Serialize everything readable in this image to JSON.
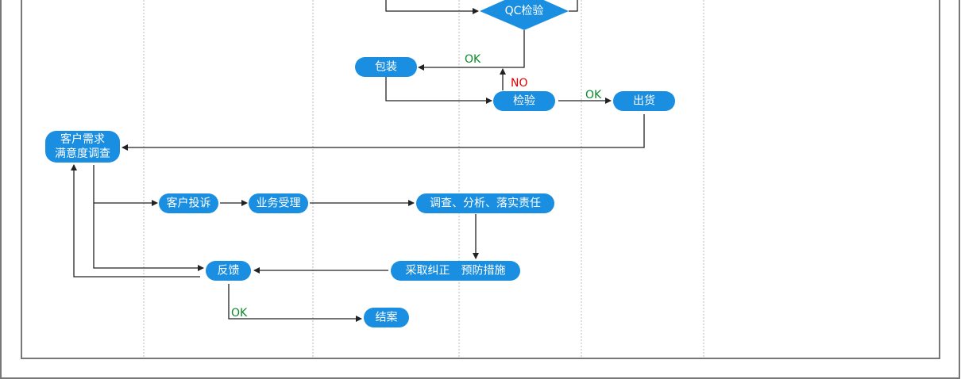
{
  "diagram": {
    "type": "cross-functional flowchart",
    "colors": {
      "node_fill": "#1a8ee0",
      "node_text": "#ffffff",
      "connector": "#222222",
      "ok_label": "#0a8a2a",
      "no_label": "#e00000",
      "lane_divider": "#b8b8b8",
      "frame": "#777777"
    },
    "nodes": {
      "qc_inspection": "QC检验",
      "packaging": "包装",
      "inspection": "检验",
      "shipment": "出货",
      "satisfaction_line1": "客户需求",
      "satisfaction_line2": "满意度调查",
      "complaint": "客户投诉",
      "acceptance": "业务受理",
      "investigation": "调查、分析、落实责任",
      "corrective_action": "采取纠正　预防措施",
      "feedback": "反馈",
      "close_case": "结案"
    },
    "labels": {
      "qc_ok": "OK",
      "inspection_no": "NO",
      "inspection_ok": "OK",
      "feedback_ok": "OK"
    },
    "edges": [
      {
        "from": "upstream",
        "to": "QC检验"
      },
      {
        "from": "QC检验",
        "to": "包装",
        "label": "OK"
      },
      {
        "from": "包装",
        "to": "检验"
      },
      {
        "from": "检验",
        "to": "QC检验 return",
        "label": "NO"
      },
      {
        "from": "检验",
        "to": "出货",
        "label": "OK"
      },
      {
        "from": "出货",
        "to": "客户需求满意度调查"
      },
      {
        "from": "客户需求满意度调查",
        "to": "客户投诉"
      },
      {
        "from": "客户投诉",
        "to": "业务受理"
      },
      {
        "from": "业务受理",
        "to": "调查、分析、落实责任"
      },
      {
        "from": "调查、分析、落实责任",
        "to": "采取纠正　预防措施"
      },
      {
        "from": "采取纠正　预防措施",
        "to": "反馈"
      },
      {
        "from": "客户需求满意度调查",
        "to": "反馈"
      },
      {
        "from": "反馈",
        "to": "客户需求满意度调查"
      },
      {
        "from": "反馈",
        "to": "结案",
        "label": "OK"
      }
    ]
  }
}
